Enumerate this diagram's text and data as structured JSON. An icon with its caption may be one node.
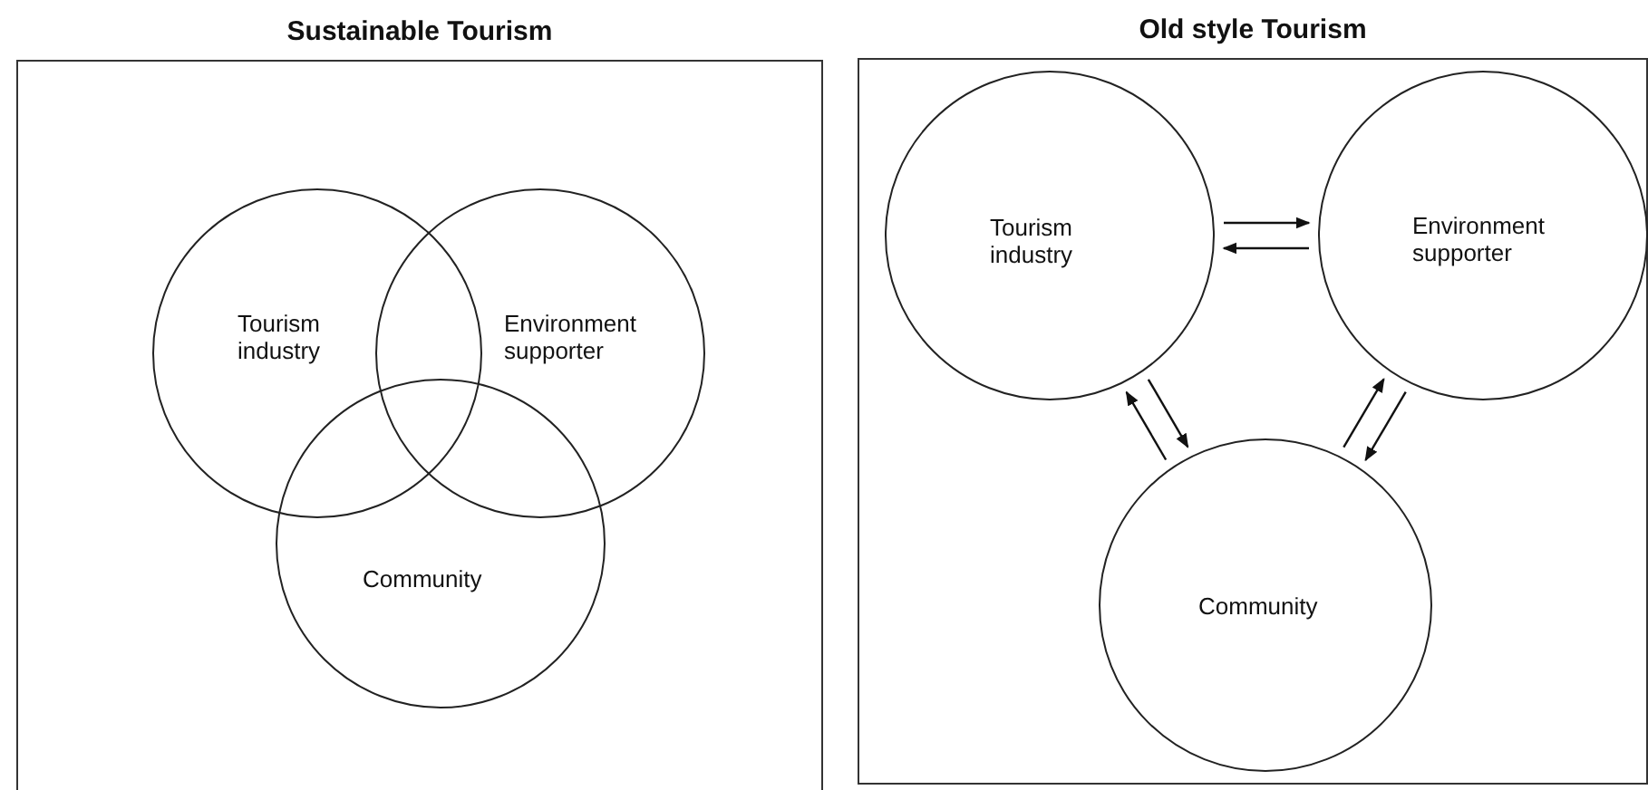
{
  "diagram": {
    "nodes": [
      {
        "text": [
          "Sustainable Tourism"
        ]
      },
      {
        "text": [
          "Tourism industry"
        ],
        "in": 0
      },
      {
        "text": [
          "Environment supporter"
        ],
        "in": 0
      },
      {
        "text": [
          "Community"
        ],
        "in": 0
      },
      {
        "text": [
          "Old style Tourism"
        ]
      },
      {
        "text": [
          "Tourism industry"
        ],
        "in": 4
      },
      {
        "text": [
          "Environment supporter"
        ],
        "in": 4
      },
      {
        "text": [
          "Community"
        ],
        "in": 4
      }
    ],
    "edges": [
      {
        "from": 5,
        "to": 6,
        "arrow": "to"
      },
      {
        "from": 6,
        "to": 5,
        "arrow": "to"
      },
      {
        "from": 7,
        "to": 5,
        "arrow": "to"
      },
      {
        "from": 5,
        "to": 7,
        "arrow": "to"
      },
      {
        "from": 7,
        "to": 6,
        "arrow": "to"
      },
      {
        "from": 6,
        "to": 7,
        "arrow": "to"
      }
    ]
  }
}
